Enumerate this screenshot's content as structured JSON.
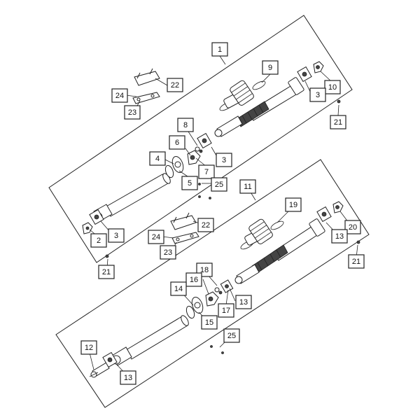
{
  "diagram": {
    "callouts": {
      "c1": "1",
      "c2": "2",
      "c3a": "3",
      "c3b": "3",
      "c3c": "3",
      "c4": "4",
      "c5": "5",
      "c6": "6",
      "c7": "7",
      "c8": "8",
      "c9": "9",
      "c10": "10",
      "c11": "11",
      "c12": "12",
      "c13a": "13",
      "c13b": "13",
      "c13c": "13",
      "c14": "14",
      "c15": "15",
      "c16": "16",
      "c17": "17",
      "c18": "18",
      "c19": "19",
      "c20": "20",
      "c21a": "21",
      "c21b": "21",
      "c21c": "21",
      "c22a": "22",
      "c22b": "22",
      "c23a": "23",
      "c23b": "23",
      "c24a": "24",
      "c24b": "24",
      "c25a": "25",
      "c25b": "25"
    }
  }
}
